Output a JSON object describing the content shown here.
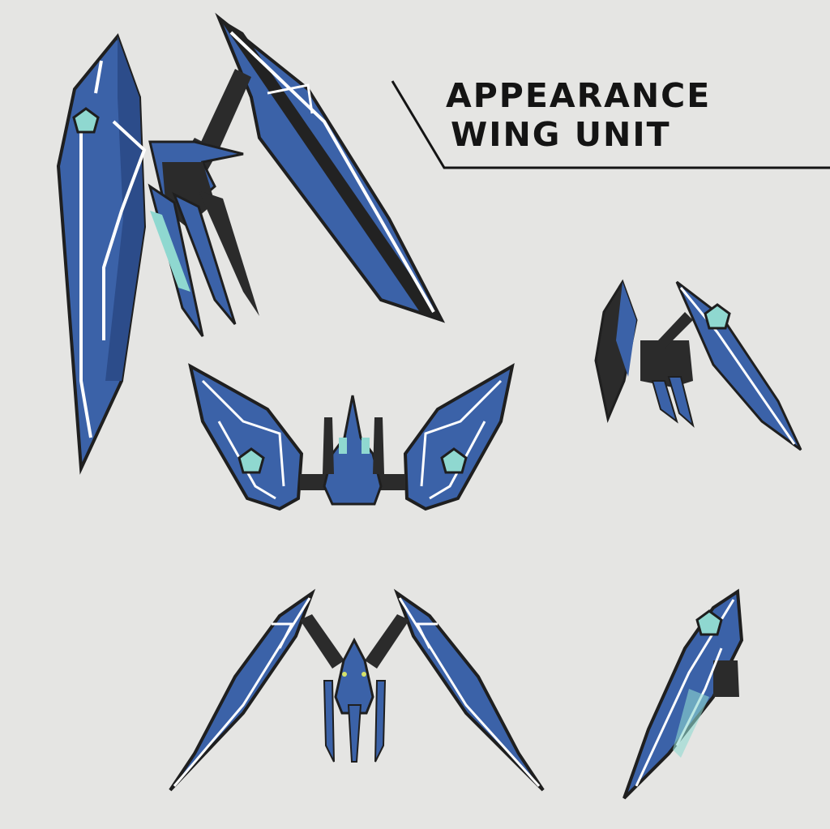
{
  "header": {
    "line1": "APPEARANCE",
    "line2": "WING UNIT"
  },
  "colors": {
    "background": "#e5e5e3",
    "wing_blue": "#3b62a8",
    "wing_blue_dark": "#2c4c8a",
    "frame_dark": "#2b2b2b",
    "trim": "#ffffff",
    "emblem": "#8fd8d0"
  },
  "views": [
    {
      "id": "view-perspective-large"
    },
    {
      "id": "view-front"
    },
    {
      "id": "view-side-small"
    },
    {
      "id": "view-rear"
    },
    {
      "id": "view-folded"
    }
  ]
}
